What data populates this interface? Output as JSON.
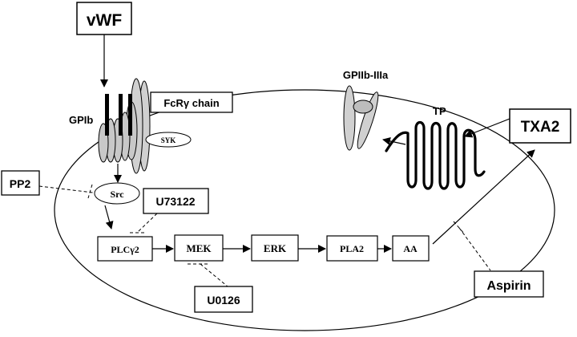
{
  "labels": {
    "vwf": "vWF",
    "gpib": "GPIb",
    "fcr_chain": "FcRγ chain",
    "syk": "SYK",
    "gpiib_iiia": "GPIIb-IIIa",
    "tp": "TP",
    "txa2": "TXA2",
    "pp2": "PP2",
    "src": "Src",
    "u73122": "U73122",
    "plcg2": "PLCγ2",
    "mek": "MEK",
    "erk": "ERK",
    "pla2": "PLA2",
    "aa": "AA",
    "u0126": "U0126",
    "aspirin": "Aspirin"
  },
  "colors": {
    "stroke": "#000000",
    "receptor_fill": "#cfcfcf",
    "background": "#ffffff"
  }
}
